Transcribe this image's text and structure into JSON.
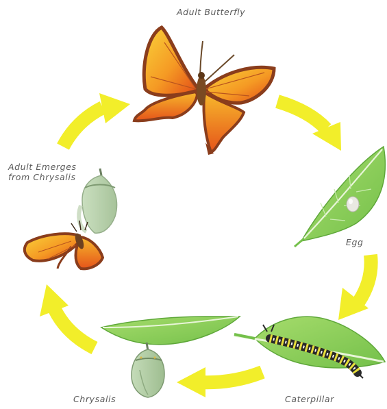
{
  "title": "",
  "stages": [
    {
      "id": "adult",
      "label": "Adult Butterfly"
    },
    {
      "id": "egg",
      "label": "Egg"
    },
    {
      "id": "caterpillar",
      "label": "Caterpillar"
    },
    {
      "id": "chrysalis",
      "label": "Chrysalis"
    },
    {
      "id": "emerge",
      "label_line1": "Adult Emerges",
      "label_line2": "from Chrysalis"
    }
  ],
  "colors": {
    "arrow": "#f2ee2a",
    "leaf": "#8ccf56",
    "leaf_dark": "#5fa83a",
    "wing_orange": "#f07a1e",
    "wing_yellow": "#f8c52c",
    "wing_edge": "#8a3d1c",
    "chrysalis": "#a8c69b",
    "label_text": "#5a5a5a"
  },
  "icons": [
    "butterfly-icon",
    "leaf-icon",
    "egg-icon",
    "caterpillar-icon",
    "chrysalis-icon",
    "cycle-arrow-icon"
  ]
}
